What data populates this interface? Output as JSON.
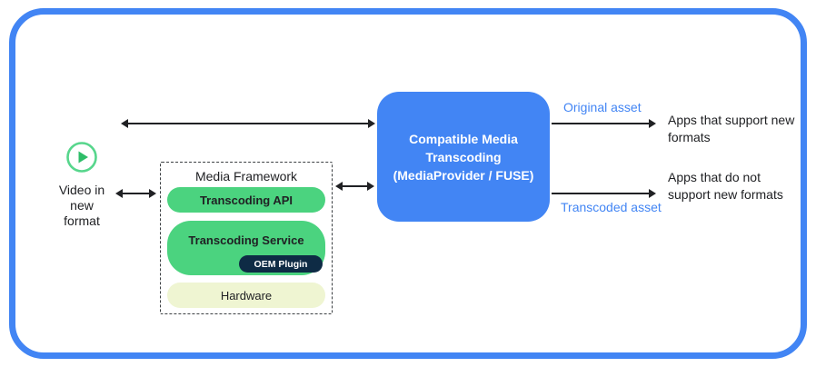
{
  "diagram": {
    "video_source": {
      "icon": "play-circle-icon",
      "label": "Video in\nnew\nformat"
    },
    "media_framework": {
      "title": "Media Framework",
      "transcoding_api": "Transcoding API",
      "transcoding_service": "Transcoding Service",
      "oem_plugin": "OEM Plugin",
      "hardware": "Hardware"
    },
    "transcoding_box": {
      "title": "Compatible Media Transcoding",
      "subtitle": "(MediaProvider / FUSE)"
    },
    "outputs": {
      "original": {
        "arrow_label": "Original asset",
        "target": "Apps that support new formats"
      },
      "transcoded": {
        "arrow_label": "Transcoded asset",
        "target": "Apps that do not support new formats"
      }
    },
    "colors": {
      "accent_blue": "#4285F4",
      "pill_green": "#4BD37F",
      "pale_green": "#EFF5D2",
      "dark_navy": "#0E2B45",
      "arrow": "#202124",
      "play_ring_green": "#57D68C",
      "play_triangle_green": "#2EBD68"
    }
  }
}
